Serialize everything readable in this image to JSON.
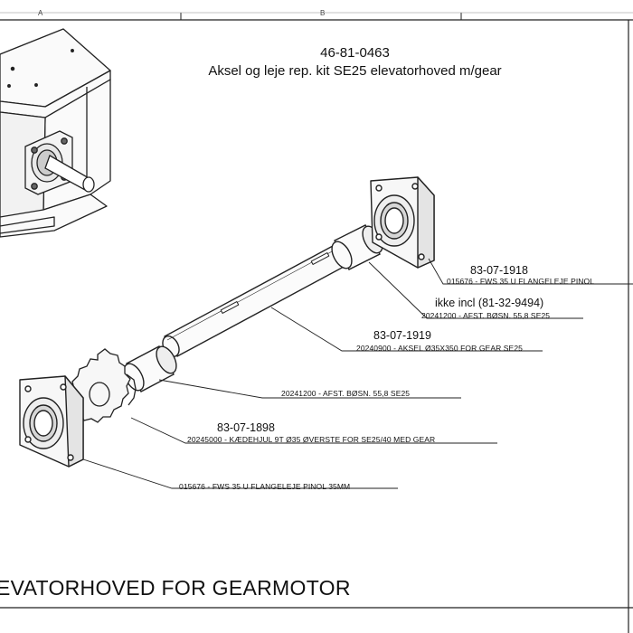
{
  "title": {
    "number": "46-81-0463",
    "subtitle": "Aksel og leje rep. kit SE25 elevatorhoved m/gear"
  },
  "frame": {
    "col_a": "A",
    "col_b": "B"
  },
  "parts": [
    {
      "id": "flange-bearing-top",
      "part_no": "83-07-1918",
      "description": "015676 - FWS 35 U FLANGELEJE PINOL"
    },
    {
      "id": "spacer-top",
      "part_no": "ikke incl (81-32-9494)",
      "description": "20241200 - AFST. BØSN. 55,8 SE25"
    },
    {
      "id": "shaft",
      "part_no": "83-07-1919",
      "description": "20240900 - AKSEL Ø35X350 FOR GEAR SE25"
    },
    {
      "id": "spacer-bottom",
      "part_no": "",
      "description": "20241200 - AFST. BØSN. 55,8 SE25"
    },
    {
      "id": "sprocket",
      "part_no": "83-07-1898",
      "description": "20245000 - KÆDEHJUL 9T Ø35 ØVERSTE FOR SE25/40 MED GEAR"
    },
    {
      "id": "flange-bearing-bottom",
      "part_no": "",
      "description": "015676 - FWS 35 U FLANGELEJE PINOL 35MM"
    }
  ],
  "footer": {
    "title": "EVATORHOVED FOR GEARMOTOR"
  }
}
